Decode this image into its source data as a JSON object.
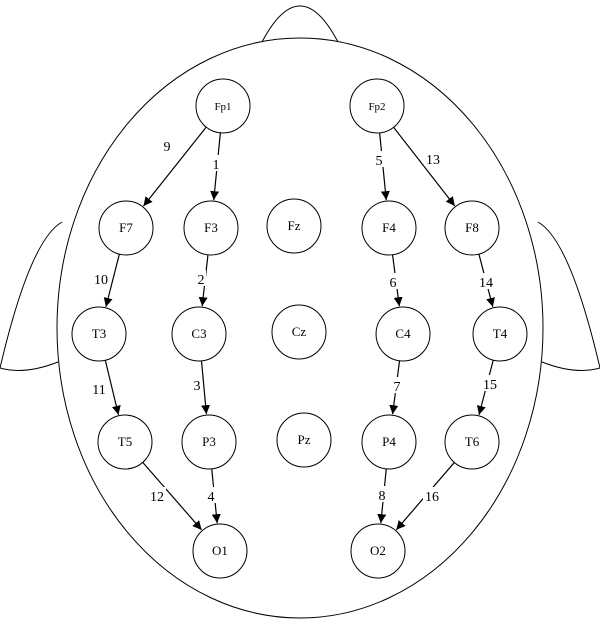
{
  "diagram": {
    "electrodes": [
      {
        "id": "Fp1",
        "label": "Fp1"
      },
      {
        "id": "Fp2",
        "label": "Fp2"
      },
      {
        "id": "F7",
        "label": "F7"
      },
      {
        "id": "F3",
        "label": "F3"
      },
      {
        "id": "Fz",
        "label": "Fz"
      },
      {
        "id": "F4",
        "label": "F4"
      },
      {
        "id": "F8",
        "label": "F8"
      },
      {
        "id": "T3",
        "label": "T3"
      },
      {
        "id": "C3",
        "label": "C3"
      },
      {
        "id": "Cz",
        "label": "Cz"
      },
      {
        "id": "C4",
        "label": "C4"
      },
      {
        "id": "T4",
        "label": "T4"
      },
      {
        "id": "T5",
        "label": "T5"
      },
      {
        "id": "P3",
        "label": "P3"
      },
      {
        "id": "Pz",
        "label": "Pz"
      },
      {
        "id": "P4",
        "label": "P4"
      },
      {
        "id": "T6",
        "label": "T6"
      },
      {
        "id": "O1",
        "label": "O1"
      },
      {
        "id": "O2",
        "label": "O2"
      }
    ],
    "channels": [
      {
        "label": "1",
        "from": "Fp1",
        "to": "F3"
      },
      {
        "label": "2",
        "from": "F3",
        "to": "C3"
      },
      {
        "label": "3",
        "from": "C3",
        "to": "P3"
      },
      {
        "label": "4",
        "from": "P3",
        "to": "O1"
      },
      {
        "label": "5",
        "from": "Fp2",
        "to": "F4"
      },
      {
        "label": "6",
        "from": "F4",
        "to": "C4"
      },
      {
        "label": "7",
        "from": "C4",
        "to": "P4"
      },
      {
        "label": "8",
        "from": "P4",
        "to": "O2"
      },
      {
        "label": "9",
        "from": "Fp1",
        "to": "F7"
      },
      {
        "label": "10",
        "from": "F7",
        "to": "T3"
      },
      {
        "label": "11",
        "from": "T3",
        "to": "T5"
      },
      {
        "label": "12",
        "from": "T5",
        "to": "O1"
      },
      {
        "label": "13",
        "from": "Fp2",
        "to": "F8"
      },
      {
        "label": "14",
        "from": "F8",
        "to": "T4"
      },
      {
        "label": "15",
        "from": "T4",
        "to": "T6"
      },
      {
        "label": "16",
        "from": "T6",
        "to": "O2"
      }
    ]
  }
}
